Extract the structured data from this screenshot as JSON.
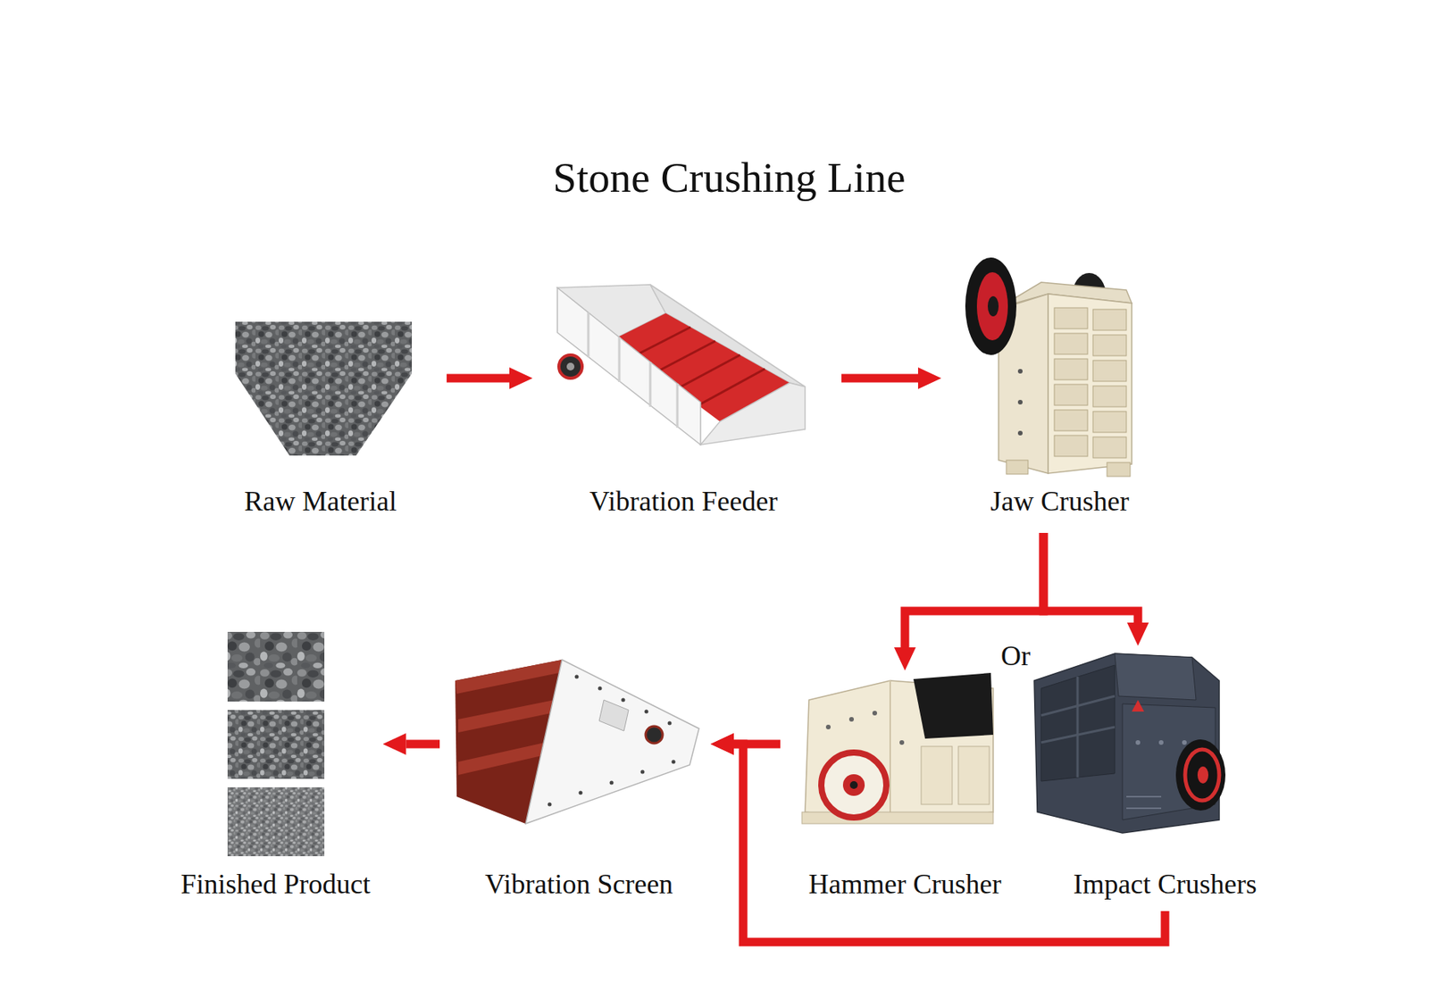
{
  "diagram": {
    "title": "Stone Crushing Line",
    "nodes": [
      {
        "text": [
          "Raw Material"
        ]
      },
      {
        "text": [
          "Vibration Feeder"
        ]
      },
      {
        "text": [
          "Jaw Crusher"
        ]
      },
      {
        "text": [
          "Hammer Crusher"
        ]
      },
      {
        "text": [
          "Impact Crushers"
        ]
      },
      {
        "text": [
          "Vibration Screen"
        ]
      },
      {
        "text": [
          "Finished Product"
        ]
      }
    ],
    "edges": [
      {
        "from": 0,
        "to": 1,
        "arrow": "to"
      },
      {
        "from": 1,
        "to": 2,
        "arrow": "to"
      },
      {
        "from": 2,
        "to": 3,
        "arrow": "to"
      },
      {
        "from": 2,
        "to": 4,
        "arrow": "to"
      },
      {
        "from": 3,
        "to": 5,
        "arrow": "to"
      },
      {
        "from": 4,
        "to": 5,
        "arrow": "to"
      },
      {
        "from": 5,
        "to": 6,
        "arrow": "to"
      }
    ],
    "labels": [
      "Or"
    ]
  }
}
